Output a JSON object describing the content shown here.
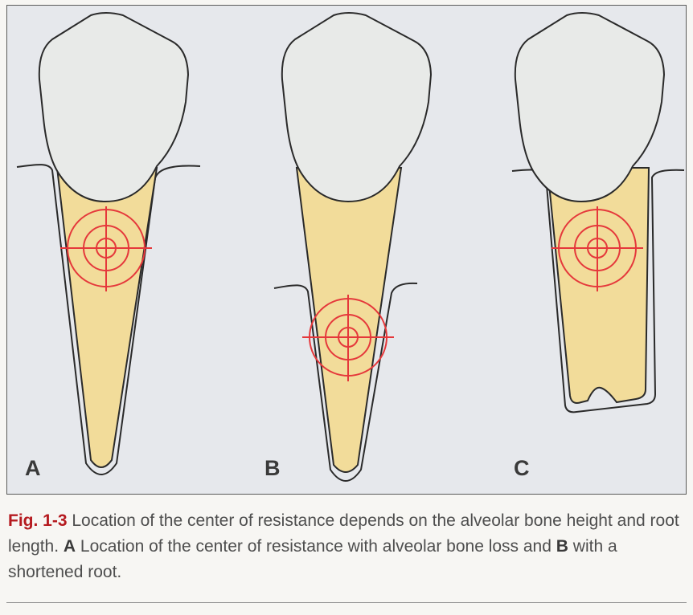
{
  "figure": {
    "panels": [
      {
        "label": "A"
      },
      {
        "label": "B"
      },
      {
        "label": "C"
      }
    ],
    "colors": {
      "crown": "#e8eae8",
      "root": "#f2dc9a",
      "outline": "#2a2a2a",
      "center_of_resistance": "#e5383b",
      "background": "#e6e8ec"
    }
  },
  "caption": {
    "fig_label": "Fig. 1-3",
    "text_1": " Location of the center of resistance depends on the alveolar bone height and root length. ",
    "label_a": "A",
    "text_2": " Location of the center of resistance with alveolar bone loss and ",
    "label_b": "B",
    "text_3": " with a shortened root."
  }
}
